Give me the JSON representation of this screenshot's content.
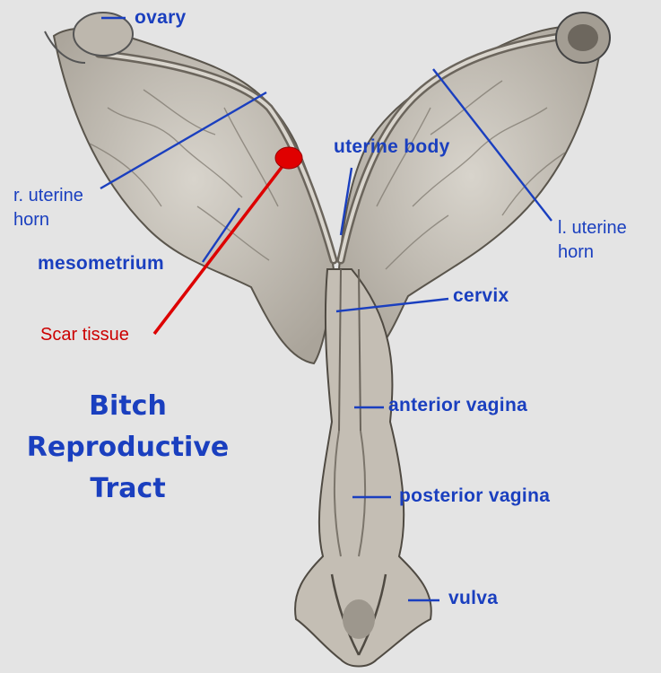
{
  "title": {
    "line1": "Bitch",
    "line2": "Reproductive",
    "line3": "Tract"
  },
  "labels": {
    "ovary": "ovary",
    "uterine_body": "uterine body",
    "r_uterine_horn_1": "r. uterine",
    "r_uterine_horn_2": "horn",
    "l_uterine_horn_1": "l. uterine",
    "l_uterine_horn_2": "horn",
    "mesometrium": "mesometrium",
    "cervix": "cervix",
    "scar_tissue": "Scar tissue",
    "anterior_vagina": "anterior vagina",
    "posterior_vagina": "posterior vagina",
    "vulva": "vulva"
  },
  "colors": {
    "label_blue": "#1a3fbf",
    "scar_red": "#dd0000",
    "background": "#e4e4e4",
    "tissue": "#cfcac2"
  }
}
